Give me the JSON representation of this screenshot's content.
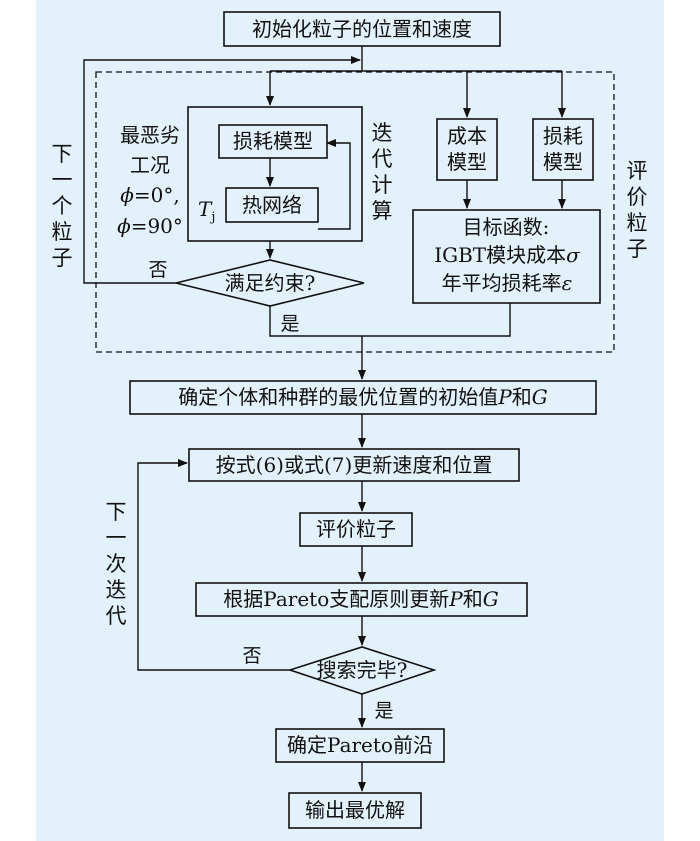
{
  "nodes": {
    "init": "初始化粒子的位置和速度",
    "loss_model_inner": "损耗模型",
    "thermal_net": "热网络",
    "constraint": "满足约束?",
    "cost_model_l1": "成本",
    "cost_model_l2": "模型",
    "loss_model_r_l1": "损耗",
    "loss_model_r_l2": "模型",
    "objective_l1": "目标函数:",
    "objective_l2_pre": "IGBT模块成本",
    "objective_l2_sym": "σ",
    "objective_l3_pre": "年平均损耗率",
    "objective_l3_sym": "ε",
    "determine_pre": "确定个体和种群的最优位置的初始值",
    "determine_p": "P",
    "determine_and": "和",
    "determine_g": "G",
    "update": "按式(6)或式(7)更新速度和位置",
    "evaluate": "评价粒子",
    "pareto_pre": "根据Pareto支配原则更新",
    "pareto_p": "P",
    "pareto_and": "和",
    "pareto_g": "G",
    "search_done": "搜索完毕?",
    "pareto_front": "确定Pareto前沿",
    "output": "输出最优解"
  },
  "labels": {
    "worst_case_l1": "最恶劣",
    "worst_case_l2": "工况",
    "phi1_sym": "ϕ",
    "phi1_val": "=0°,",
    "phi2_sym": "ϕ",
    "phi2_val": "=90°",
    "tj_T": "T",
    "tj_sub": "j",
    "iterative_calc": [
      "迭",
      "代",
      "计",
      "算"
    ],
    "evaluate_particle": [
      "评",
      "价",
      "粒",
      "子"
    ],
    "next_particle": [
      "下",
      "一",
      "个",
      "粒",
      "子"
    ],
    "next_iteration": [
      "下",
      "一",
      "次",
      "迭",
      "代"
    ],
    "no_1": "否",
    "yes_1": "是",
    "no_2": "否",
    "yes_2": "是"
  }
}
